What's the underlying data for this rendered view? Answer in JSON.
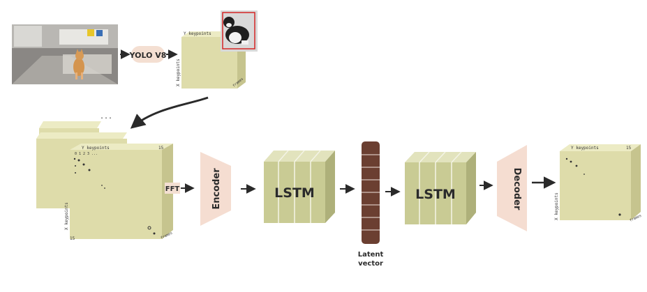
{
  "photo": {
    "alt": "Living room scene with a sitting orange cat"
  },
  "yolo": {
    "label": "YOLO V8"
  },
  "cube_top": {
    "axis_y": "Y keypoints",
    "axis_x": "X keypoints",
    "axis_depth": "frames"
  },
  "crop": {
    "alt": "Cropped detection of black and white cat"
  },
  "stack": {
    "dots": "...",
    "axis_y": "Y keypoints",
    "axis_x": "X keypoints",
    "axis_depth": "frames",
    "corner": "15",
    "corner_left": "15",
    "row_nums": "0 1 2 3 ..."
  },
  "fft": {
    "label": "FFT"
  },
  "encoder": {
    "label": "Encoder"
  },
  "lstm1": {
    "label": "LSTM"
  },
  "latent": {
    "label_line1": "Latent",
    "label_line2": "vector"
  },
  "lstm2": {
    "label": "LSTM"
  },
  "decoder": {
    "label": "Decoder"
  },
  "output": {
    "axis_y": "Y keypoints",
    "axis_x": "X keypoints",
    "axis_depth": "frames",
    "corner": "15"
  },
  "colors": {
    "cube_front": "#dedcaa",
    "cube_top": "#ecebc4",
    "cube_side": "#c6c48e",
    "lstm_front": "#c9cb94",
    "lstm_top": "#e2e3bd",
    "lstm_side": "#aeb07a",
    "trapezoid": "#f5ddd1",
    "latent": "#6b3f31",
    "yolo_bg": "#f4dfd2"
  }
}
